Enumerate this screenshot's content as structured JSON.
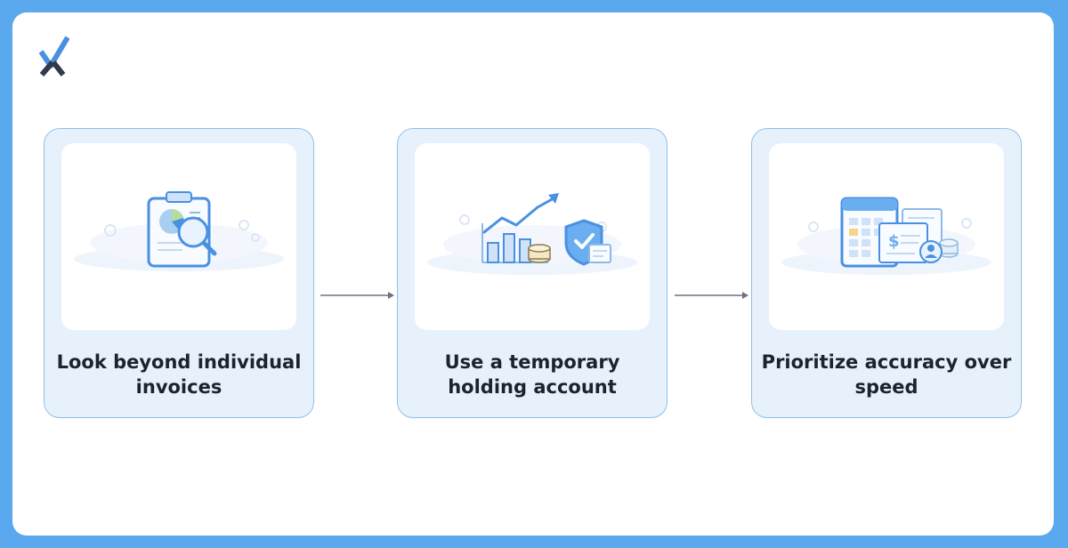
{
  "steps": [
    {
      "label": "Look beyond individual invoices",
      "icon": "clipboard-chart-magnifier-icon"
    },
    {
      "label": "Use a temporary holding account",
      "icon": "growth-chart-shield-icon"
    },
    {
      "label": "Prioritize accuracy over speed",
      "icon": "calculator-documents-icon"
    }
  ],
  "colors": {
    "frame": "#5aa8ee",
    "card_background": "#e7f1fb",
    "card_border": "#8fc0ea",
    "accent": "#4a90e2",
    "text": "#1b2230"
  }
}
